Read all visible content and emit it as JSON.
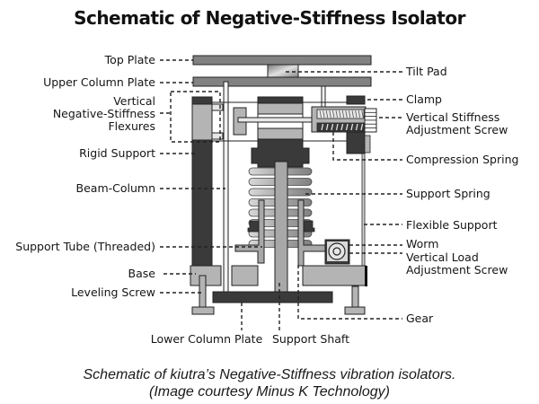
{
  "title": "Schematic of Negative-Stiffness Isolator",
  "labels_left": {
    "top_plate": "Top Plate",
    "upper_column_plate": "Upper Column Plate",
    "flexures_line1": "Vertical",
    "flexures_line2": "Negative-Stiffness",
    "flexures_line3": "Flexures",
    "rigid_support": "Rigid Support",
    "beam_column": "Beam-Column",
    "support_tube": "Support Tube (Threaded)",
    "base": "Base",
    "leveling_screw": "Leveling Screw"
  },
  "labels_right": {
    "tilt_pad": "Tilt Pad",
    "clamp": "Clamp",
    "vs_adjust_line1": "Vertical Stiffness",
    "vs_adjust_line2": "Adjustment Screw",
    "compression_spring": "Compression Spring",
    "support_spring": "Support Spring",
    "flexible_support": "Flexible Support",
    "worm": "Worm",
    "vl_adjust_line1": "Vertical Load",
    "vl_adjust_line2": "Adjustment Screw",
    "gear": "Gear"
  },
  "labels_bottom": {
    "lower_column_plate": "Lower Column Plate",
    "support_shaft": "Support Shaft"
  },
  "caption": {
    "line1": "Schematic of kiutra’s Negative-Stiffness vibration isolators.",
    "line2": "(Image courtesy Minus K Technology)"
  },
  "colors": {
    "dark": "#3a3a3a",
    "mid": "#9a9a9a",
    "light": "#b8b8b8",
    "plate": "#808080",
    "outline": "#222222"
  }
}
